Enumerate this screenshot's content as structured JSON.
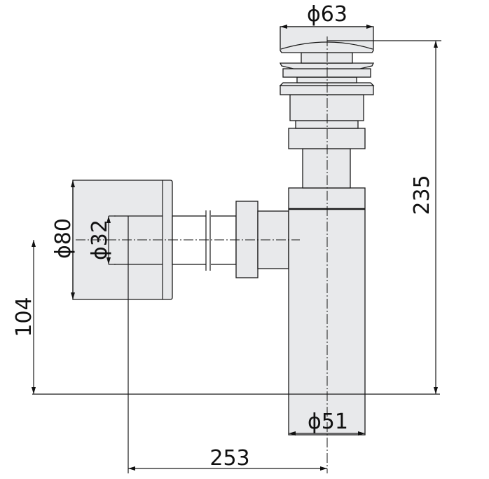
{
  "dimensions": {
    "cap_diameter": "ϕ63",
    "total_height": "235",
    "rosette_diameter": "ϕ80",
    "pipe_diameter": "ϕ32",
    "outlet_height": "104",
    "body_diameter": "ϕ51",
    "outlet_depth": "253"
  },
  "colors": {
    "part_fill": "#e8e9eb",
    "line": "#1a1a1a"
  }
}
